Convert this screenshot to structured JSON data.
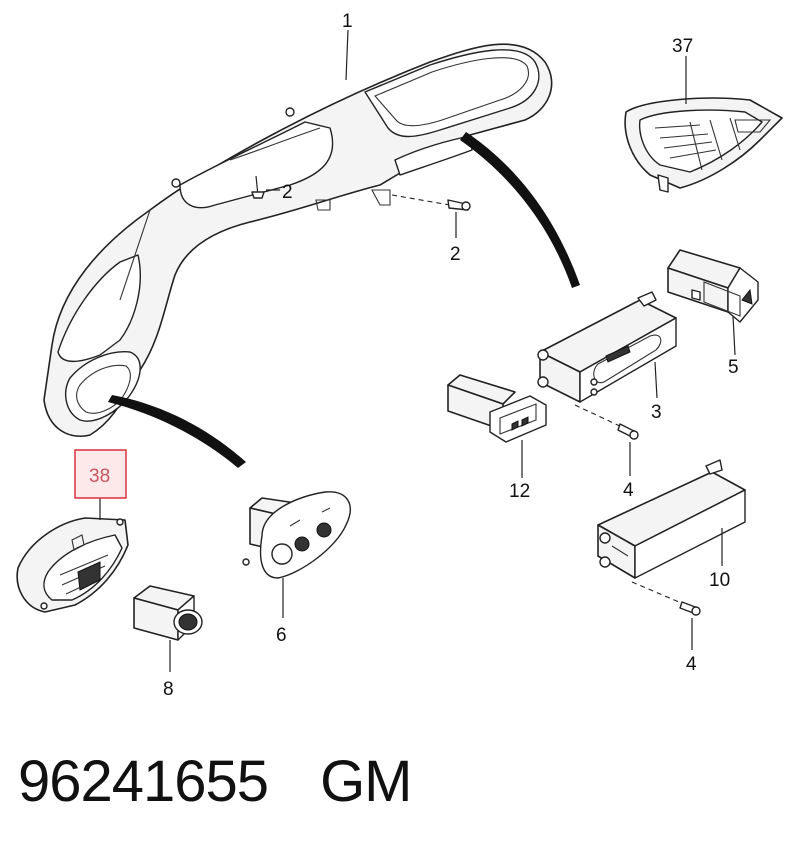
{
  "callouts": {
    "c1": "1",
    "c2a": "2",
    "c2b": "2",
    "c3": "3",
    "c4a": "4",
    "c4b": "4",
    "c5": "5",
    "c6": "6",
    "c8": "8",
    "c10": "10",
    "c12": "12",
    "c37": "37",
    "c38": "38"
  },
  "highlight": {
    "callout": "38",
    "color": "#d9303e"
  },
  "footer": {
    "part_number": "96241655",
    "brand": "GM"
  }
}
